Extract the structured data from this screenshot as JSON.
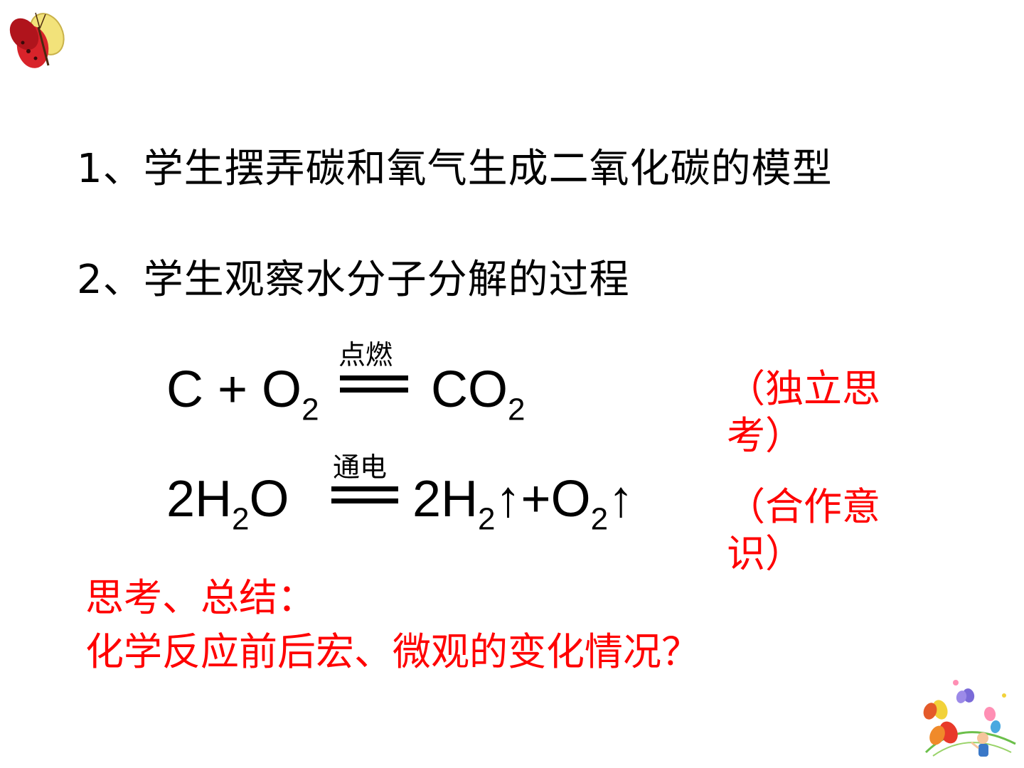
{
  "slide": {
    "item1": "1、学生摆弄碳和氧气生成二氧化碳的模型",
    "item2": "2、学生观察水分子分解的过程",
    "equation1": {
      "left_a": "C + O",
      "left_a_sub": "2",
      "condition": "点燃",
      "right": "CO",
      "right_sub": "2"
    },
    "equation2": {
      "left_a": "2H",
      "left_a_sub": "2",
      "left_b": "O",
      "condition": "通电",
      "right_a": "2H",
      "right_a_sub": "2",
      "right_b": "↑+O",
      "right_b_sub": "2",
      "right_c": "↑"
    },
    "note1": "（独立思考）",
    "note2": "（合作意识）",
    "summary_line1": "思考、总结：",
    "summary_line2": "化学反应前后宏、微观的变化情况？"
  },
  "colors": {
    "text": "#000000",
    "accent": "#ff0000"
  },
  "icons": {
    "top_left": "butterfly-icon",
    "bottom_right": "butterflies-and-child-icon"
  }
}
